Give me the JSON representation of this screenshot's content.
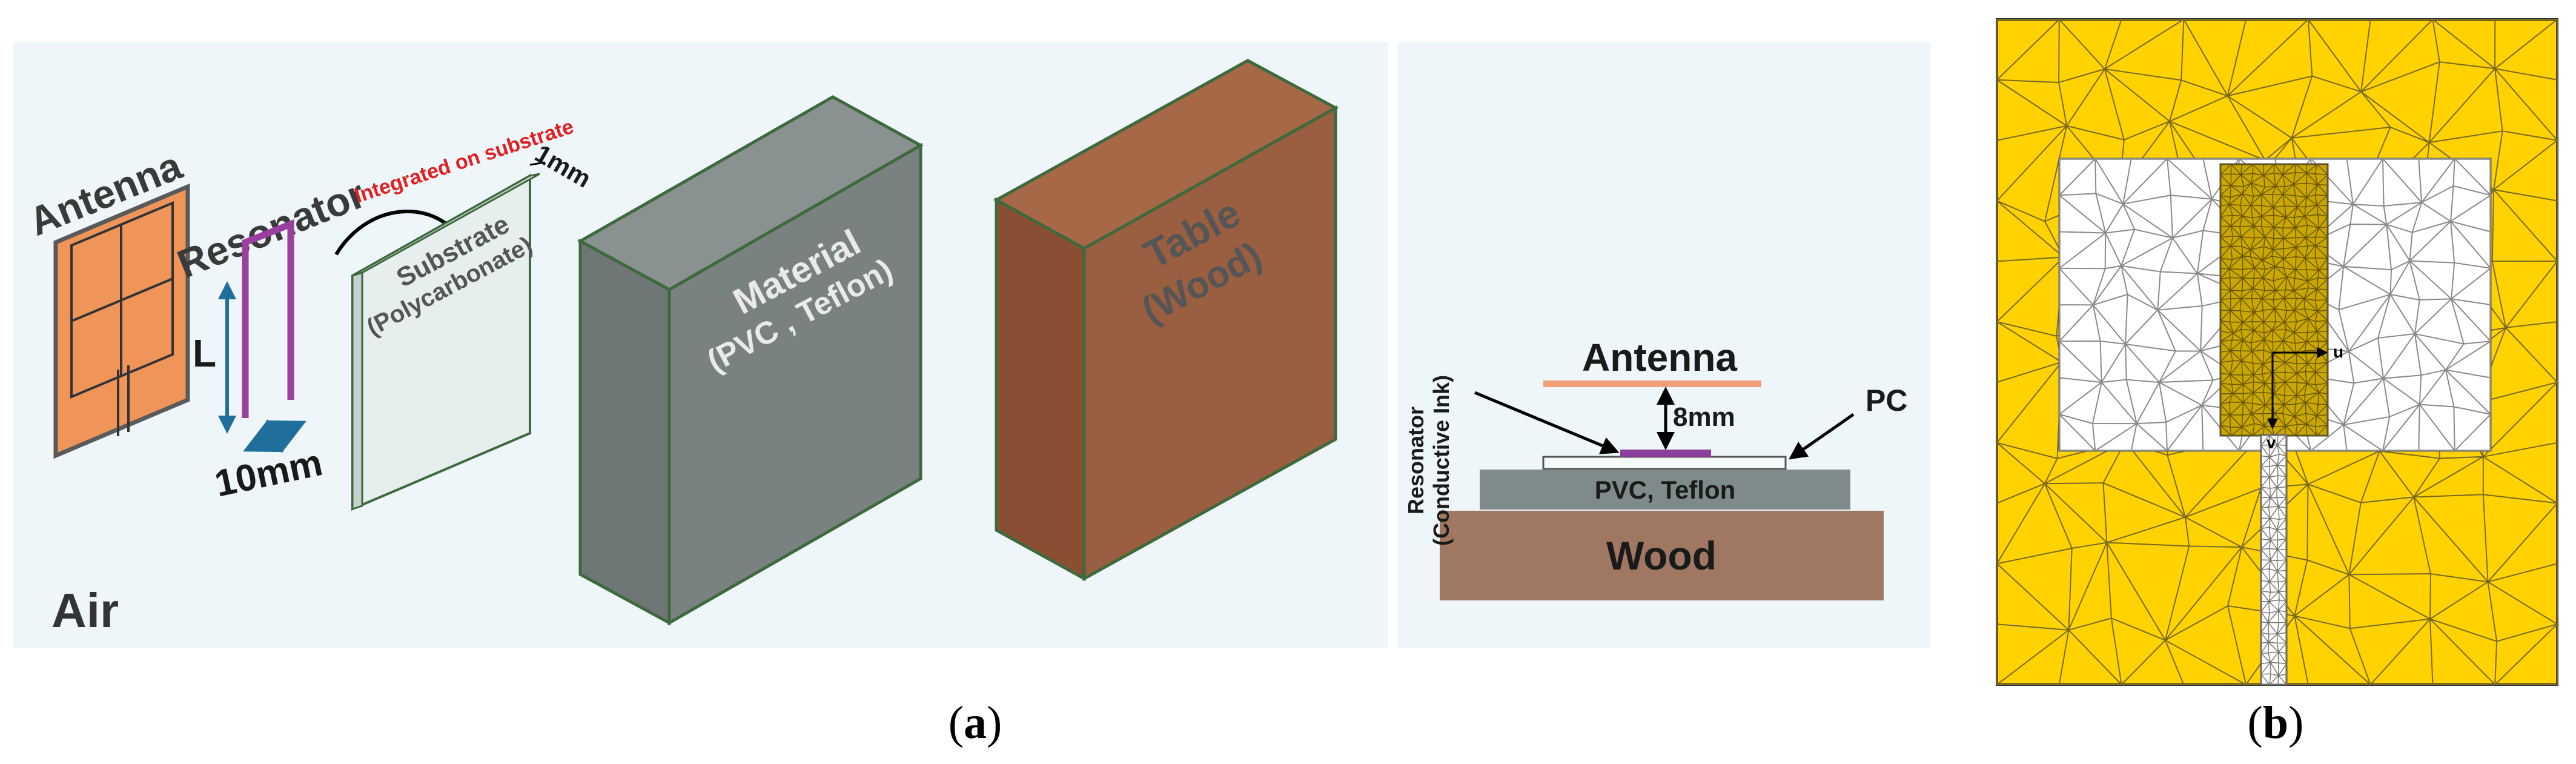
{
  "panel_a": {
    "air_label": "Air",
    "antenna_label": "Antenna",
    "resonator_label": "Resonator",
    "length_label": "L",
    "width_label": "10mm",
    "integrated_label": "Integrated on substrate",
    "thickness_label": "1mm",
    "substrate_line1": "Substrate",
    "substrate_line2": "(Polycarbonate)",
    "material_line1": "Material",
    "material_line2": "(PVC , Teflon)",
    "table_line1": "Table",
    "table_line2": "(Wood)",
    "caption_letter": "a"
  },
  "cross_section": {
    "antenna_label": "Antenna",
    "gap_label": "8mm",
    "pc_label": "PC",
    "resonator_line1": "Resonator",
    "resonator_line2": "(Conductive Ink)",
    "material_label": "PVC, Teflon",
    "wood_label": "Wood"
  },
  "panel_b": {
    "axis_u": "u",
    "axis_v": "v",
    "caption_letter": "b"
  },
  "colors": {
    "panel_bg": "#eef6fa",
    "antenna_fill": "#f0955a",
    "resonator": "#9a3fa0",
    "material_block": "#7a8181",
    "wood_block": "#9a5e40",
    "mesh_yellow": "#ffd200",
    "integrated_text": "#e02020",
    "dimension_arrow": "#1f6e9c"
  }
}
